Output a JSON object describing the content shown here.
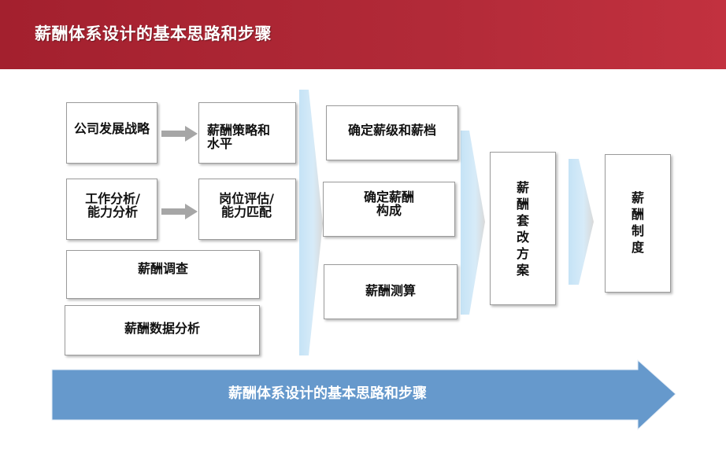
{
  "header": {
    "title": "薪酬体系设计的基本思路和步骤",
    "color": "#a3202e"
  },
  "flow": {
    "col1": {
      "company_strategy": "公司发展战略",
      "salary_strategy": "薪酬策略和水平",
      "job_analysis": "工作分析/能力分析",
      "post_evaluation": "岗位评估/能力匹配",
      "salary_survey": "薪酬调查",
      "salary_data_analysis": "薪酬数据分析"
    },
    "col2": {
      "determine_grades": "确定薪级和薪档",
      "determine_structure": "确定薪酬构成",
      "salary_calculation": "薪酬测算"
    },
    "col3": {
      "salary_plan": "薪酬套改方案"
    },
    "col4": {
      "salary_system": "薪酬制度"
    }
  },
  "footer_arrow": {
    "label": "薪酬体系设计的基本思路和步骤",
    "color": "#6699cc"
  }
}
